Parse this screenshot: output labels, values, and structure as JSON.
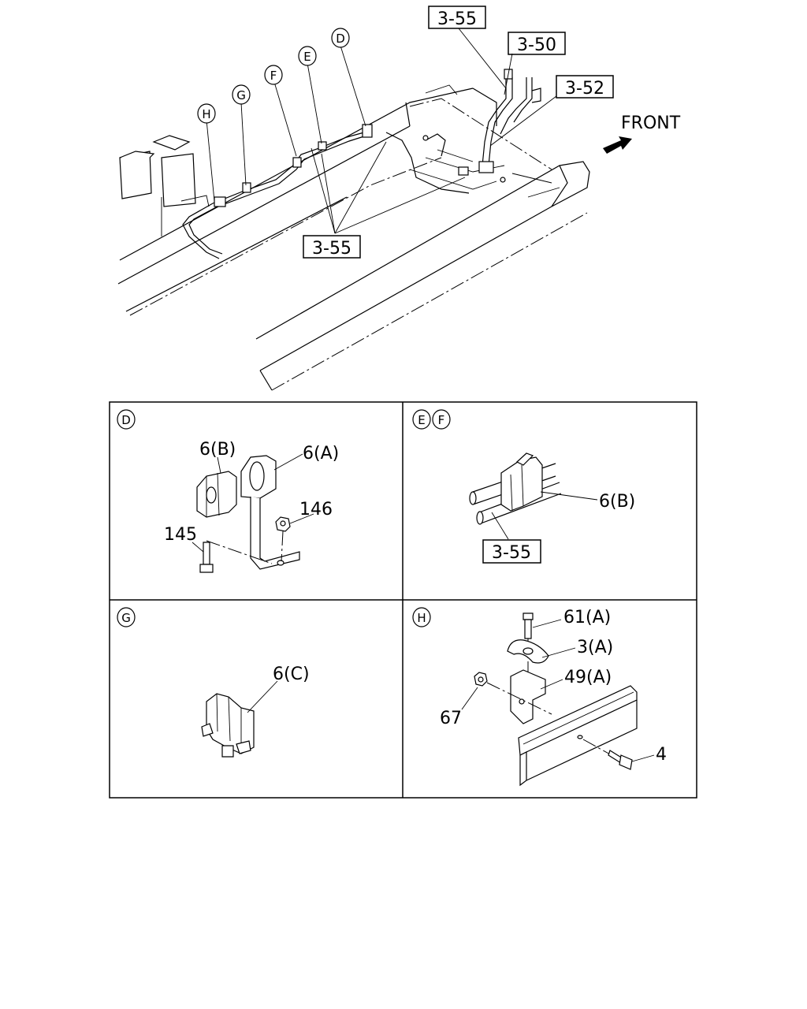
{
  "overview": {
    "callouts": [
      "D",
      "E",
      "F",
      "G",
      "H"
    ],
    "refs": {
      "top_355": "3-55",
      "r350": "3-50",
      "r352": "3-52",
      "bottom_355": "3-55"
    },
    "front_label": "FRONT"
  },
  "panels": {
    "d": {
      "markers": [
        "D"
      ],
      "labels": {
        "p6b": "6(B)",
        "p6a": "6(A)",
        "p146": "146",
        "p145": "145"
      }
    },
    "ef": {
      "markers": [
        "E",
        "F"
      ],
      "labels": {
        "p6b": "6(B)",
        "ref": "3-55"
      }
    },
    "g": {
      "markers": [
        "G"
      ],
      "labels": {
        "p6c": "6(C)"
      }
    },
    "h": {
      "markers": [
        "H"
      ],
      "labels": {
        "p61a": "61(A)",
        "p3a": "3(A)",
        "p49a": "49(A)",
        "p67": "67",
        "p4": "4"
      }
    }
  }
}
